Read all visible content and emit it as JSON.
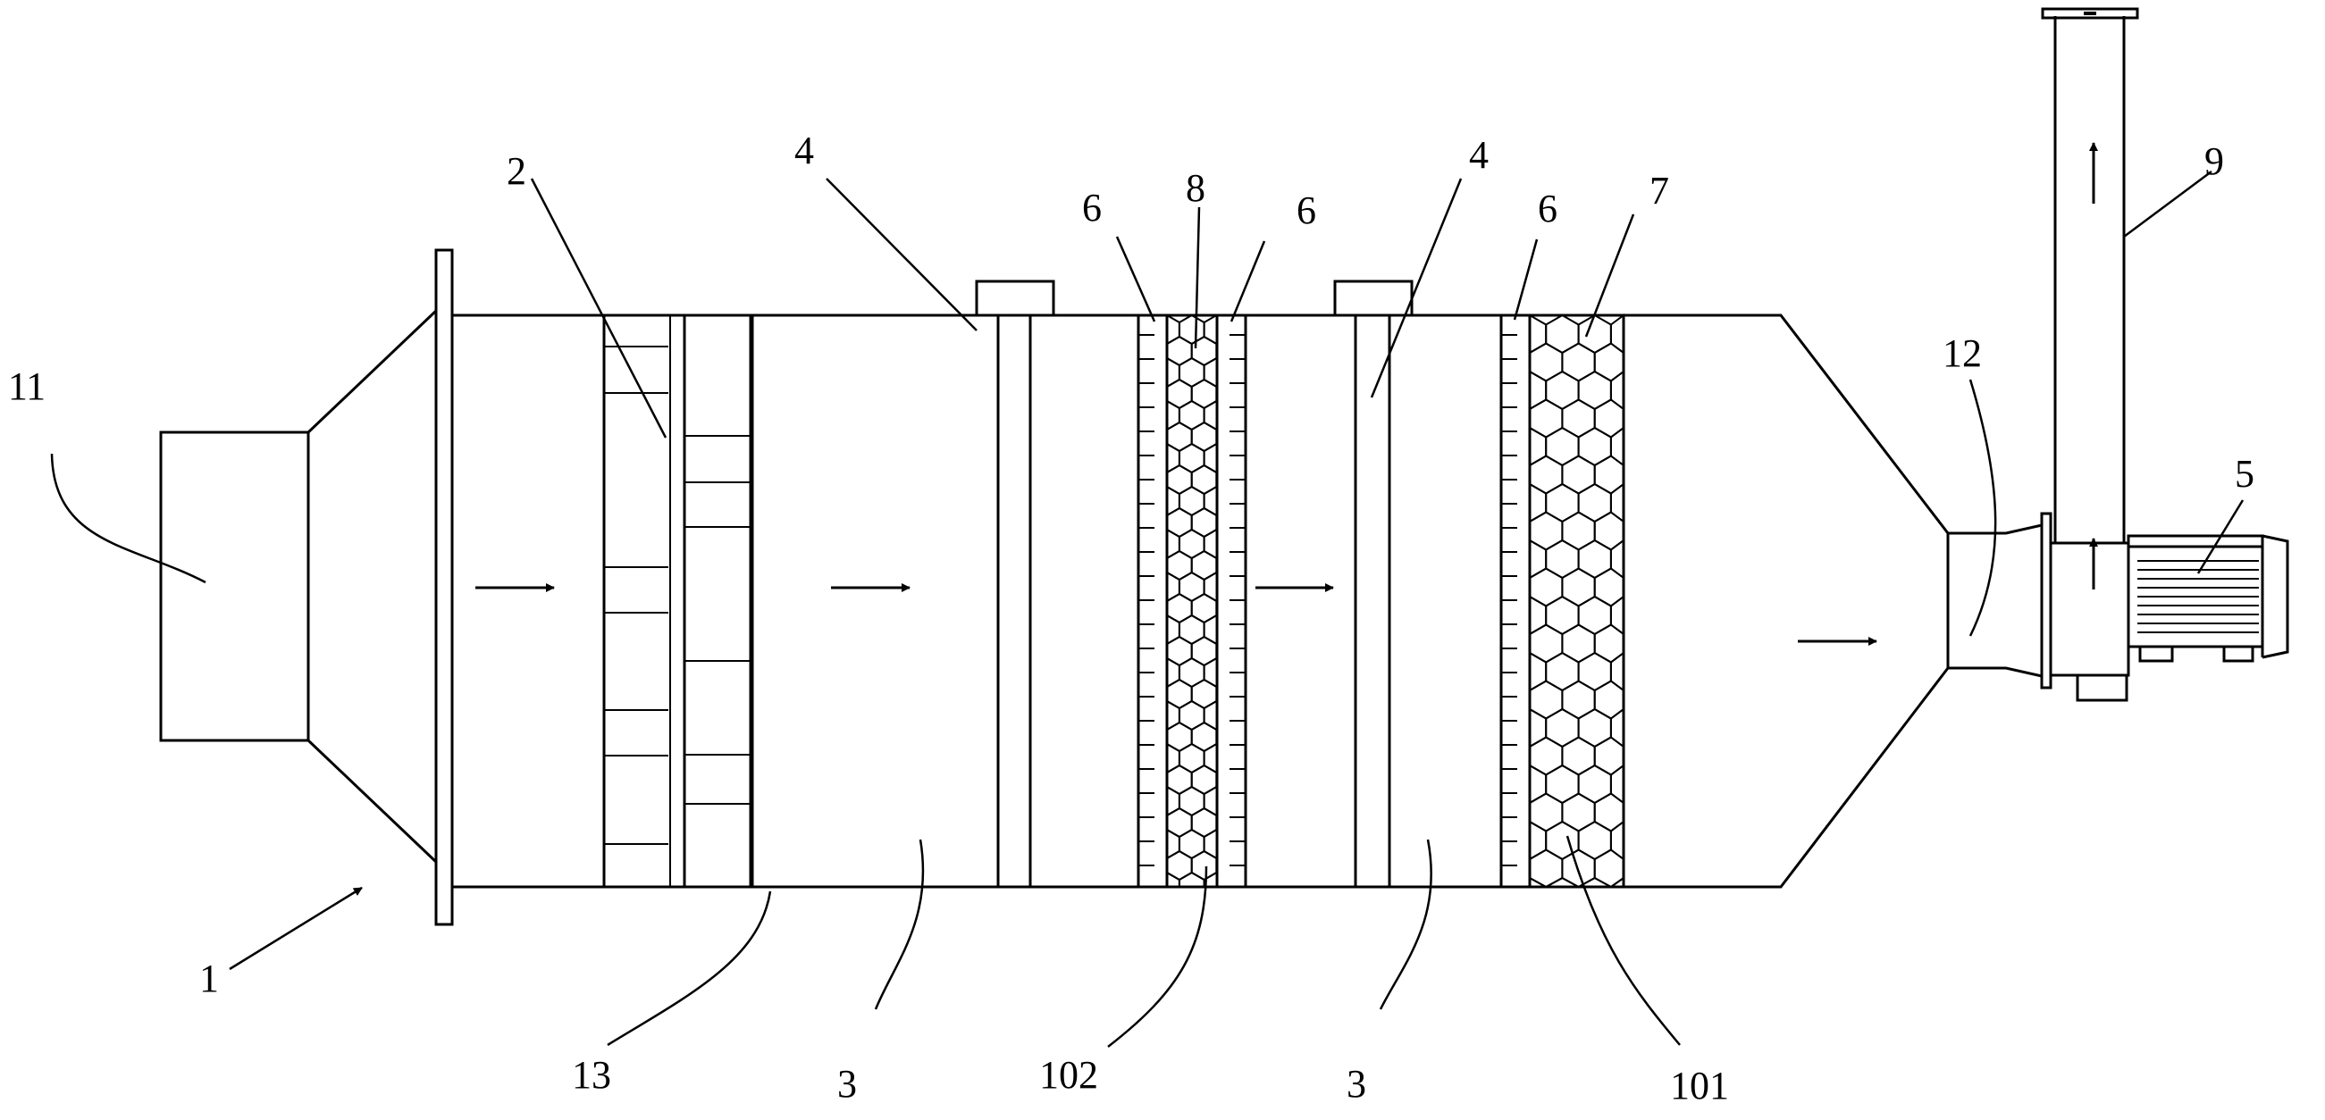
{
  "diagram": {
    "labels": [
      {
        "id": "label-11",
        "text": "11"
      },
      {
        "id": "label-2",
        "text": "2"
      },
      {
        "id": "label-4a",
        "text": "4"
      },
      {
        "id": "label-6a",
        "text": "6"
      },
      {
        "id": "label-8",
        "text": "8"
      },
      {
        "id": "label-6b",
        "text": "6"
      },
      {
        "id": "label-4b",
        "text": "4"
      },
      {
        "id": "label-6c",
        "text": "6"
      },
      {
        "id": "label-7",
        "text": "7"
      },
      {
        "id": "label-9",
        "text": "9"
      },
      {
        "id": "label-12",
        "text": "12"
      },
      {
        "id": "label-5",
        "text": "5"
      },
      {
        "id": "label-1",
        "text": "1"
      },
      {
        "id": "label-13",
        "text": "13"
      },
      {
        "id": "label-3a",
        "text": "3"
      },
      {
        "id": "label-102",
        "text": "102"
      },
      {
        "id": "label-3b",
        "text": "3"
      },
      {
        "id": "label-101",
        "text": "101"
      }
    ],
    "stroke_color": "#000000",
    "background_color": "#ffffff"
  }
}
